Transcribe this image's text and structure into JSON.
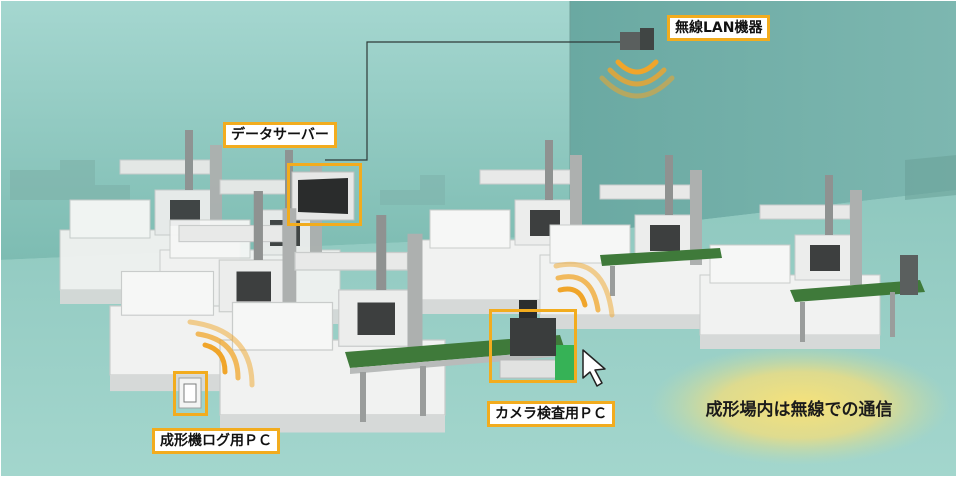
{
  "labels": {
    "wireless_lan_device": "無線LAN機器",
    "data_server": "データサーバー",
    "camera_inspection_pc": "カメラ検査用ＰＣ",
    "molding_machine_log_pc": "成形機ログ用ＰＣ"
  },
  "caption": "成形場内は無線での通信",
  "colors": {
    "callout_border": "#f2ac1e",
    "wall": "#88c6bd",
    "floor": "#9dd1c8",
    "machine": "#ebeceb",
    "conveyor_belt": "#3f7a3a",
    "wifi_signal": "#f0a52a",
    "glow": "#f4e07a"
  },
  "icons": [
    "wifi-signal-icon",
    "mouse-cursor-icon"
  ]
}
